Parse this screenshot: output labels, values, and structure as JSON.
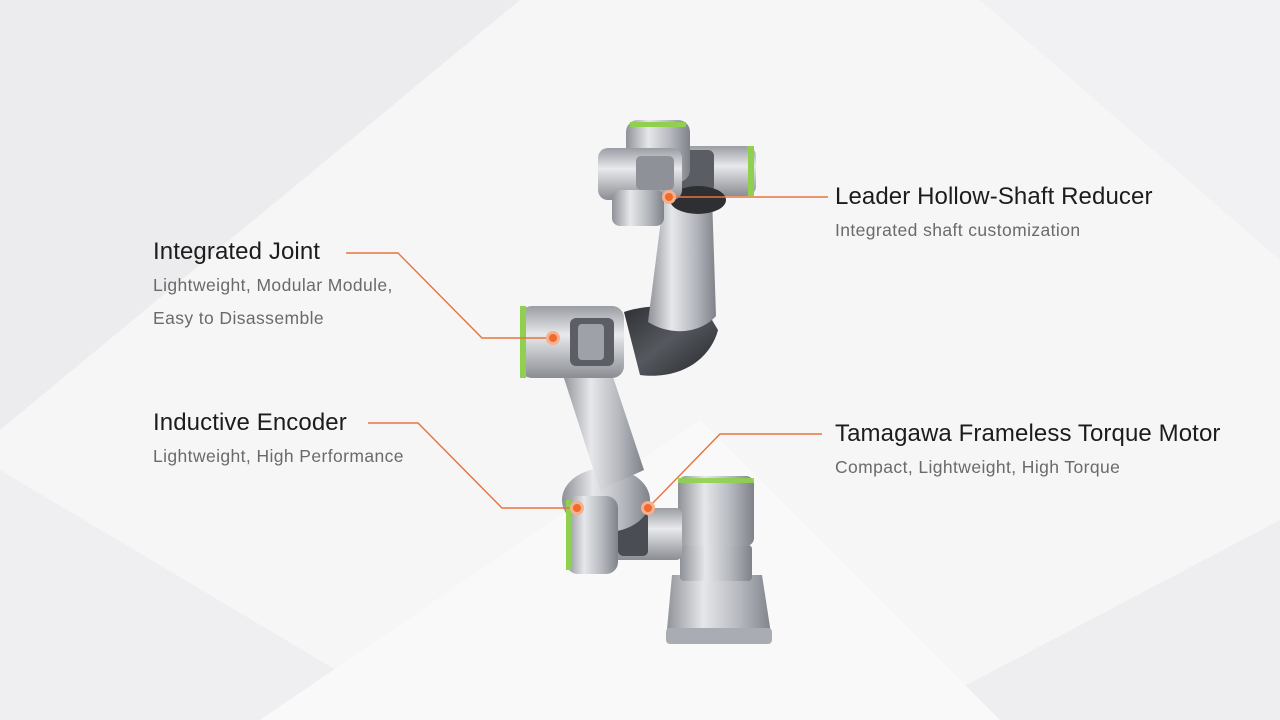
{
  "callouts": {
    "integrated_joint": {
      "title": "Integrated Joint",
      "lines": [
        "Lightweight, Modular Module,",
        "Easy to Disassemble"
      ]
    },
    "inductive_encoder": {
      "title": "Inductive Encoder",
      "lines": [
        "Lightweight, High Performance"
      ]
    },
    "hollow_shaft_reducer": {
      "title": "Leader Hollow-Shaft Reducer",
      "lines": [
        "Integrated shaft customization"
      ]
    },
    "torque_motor": {
      "title": "Tamagawa Frameless Torque Motor",
      "lines": [
        "Compact, Lightweight, High Torque"
      ]
    }
  },
  "colors": {
    "leader_line": "#e8743f",
    "marker": "#ef6a2c",
    "accent_ring": "#8fd14f",
    "metal": "#b9bcc2",
    "joint_dark": "#3a3d42",
    "background": "#f6f6f7"
  }
}
